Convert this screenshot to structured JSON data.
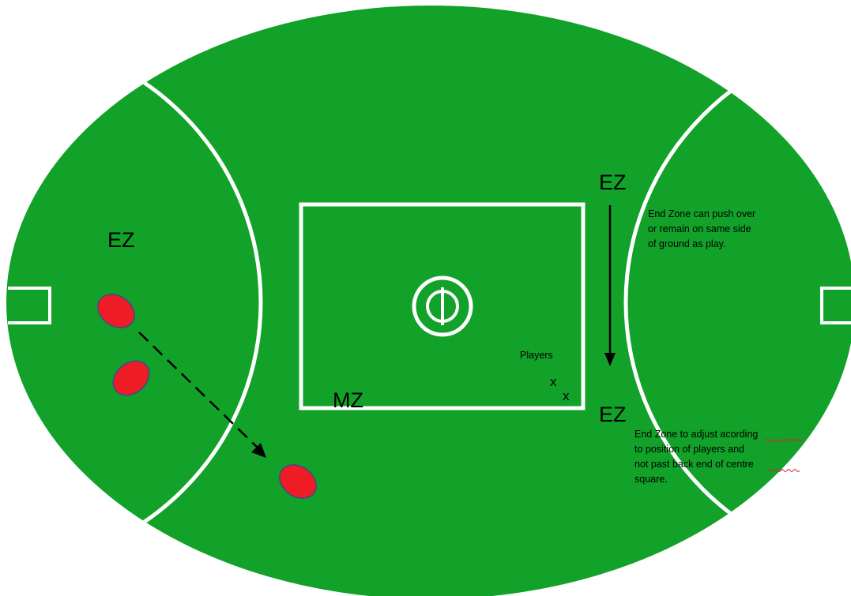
{
  "colors": {
    "field": "#12a129",
    "lines": "#ffffff",
    "ball_fill": "#ee1c25",
    "ball_outline": "#3b4a8f",
    "text": "#000000",
    "spellcheck_underline": "#d9232a"
  },
  "labels": {
    "ez_left": "EZ",
    "ez_right_top": "EZ",
    "ez_right_bottom": "EZ",
    "mz": "MZ",
    "players": "Players",
    "player_marker_1": "x",
    "player_marker_2": "x"
  },
  "notes": {
    "top": [
      "End Zone can push over",
      "or remain on same side",
      "of ground as play."
    ],
    "bottom": [
      "End Zone to adjust acording",
      "to position of players and",
      "not past back end of centre",
      "square."
    ]
  },
  "icons": {
    "balls": [
      "football-icon",
      "football-icon",
      "football-icon"
    ],
    "arrows": [
      "dashed-arrow-icon",
      "down-arrow-icon"
    ]
  }
}
